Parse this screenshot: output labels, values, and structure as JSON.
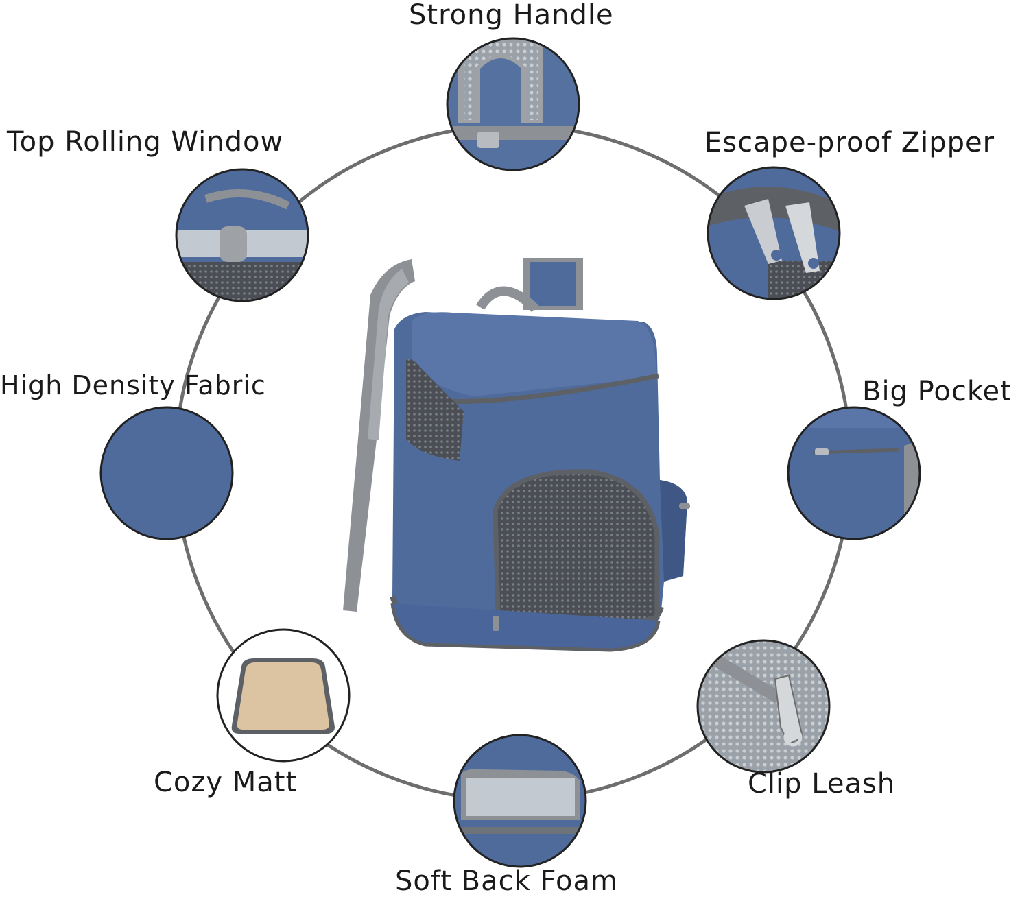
{
  "features": [
    {
      "id": "strong-handle",
      "label": "Strong Handle"
    },
    {
      "id": "escape-proof-zipper",
      "label": "Escape-proof Zipper"
    },
    {
      "id": "big-pocket",
      "label": "Big Pocket"
    },
    {
      "id": "clip-leash",
      "label": "Clip Leash"
    },
    {
      "id": "soft-back-foam",
      "label": "Soft Back Foam"
    },
    {
      "id": "cozy-matt",
      "label": "Cozy Matt"
    },
    {
      "id": "high-density-fabric",
      "label": "High Density Fabric"
    },
    {
      "id": "top-rolling-window",
      "label": "Top Rolling Window"
    }
  ],
  "colors": {
    "fabric": "#4f6b9c",
    "fabric_dark": "#3e5784",
    "trim": "#8d9196",
    "mesh": "#5a5f66",
    "ring": "#6e6e6e",
    "mat": "#dcc4a2"
  }
}
